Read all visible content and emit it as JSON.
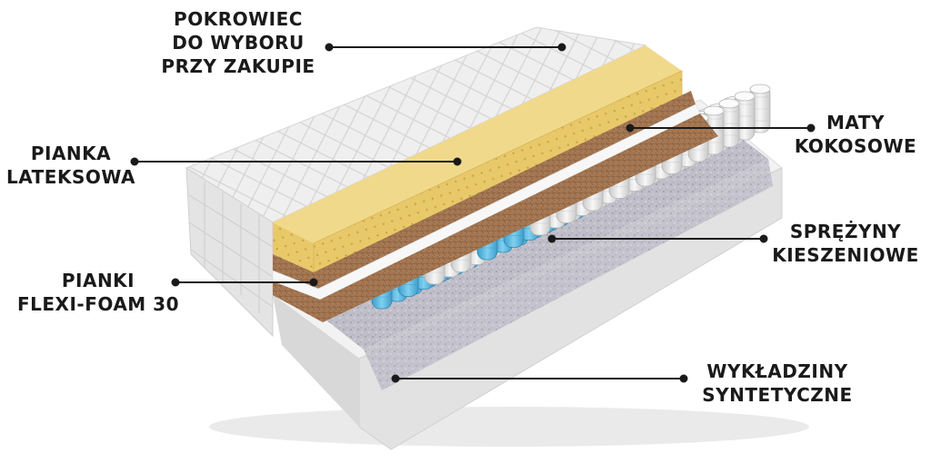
{
  "labels": {
    "cover": {
      "line1": "POKROWIEC",
      "line2": "DO WYBORU",
      "line3": "PRZY ZAKUPIE"
    },
    "latex": {
      "line1": "PIANKA",
      "line2": "LATEKSOWA"
    },
    "coconut": {
      "line1": "MATY",
      "line2": "KOKOSOWE"
    },
    "springs": {
      "line1": "SPRĘŻYNY",
      "line2": "KIESZENIOWE"
    },
    "flexi": {
      "line1": "PIANKI",
      "line2": "FLEXI-FOAM 30"
    },
    "felt": {
      "line1": "WYKŁADZINY",
      "line2": "SYNTETYCZNE"
    }
  },
  "colors": {
    "cover": "#ececec",
    "latex": "#e8c96a",
    "coconut": "#a77a55",
    "spring_blue": "#5bb8e0",
    "spring_white": "#e6e6e6",
    "felt": "#b7b5c2",
    "leader": "#1a1a1a"
  }
}
